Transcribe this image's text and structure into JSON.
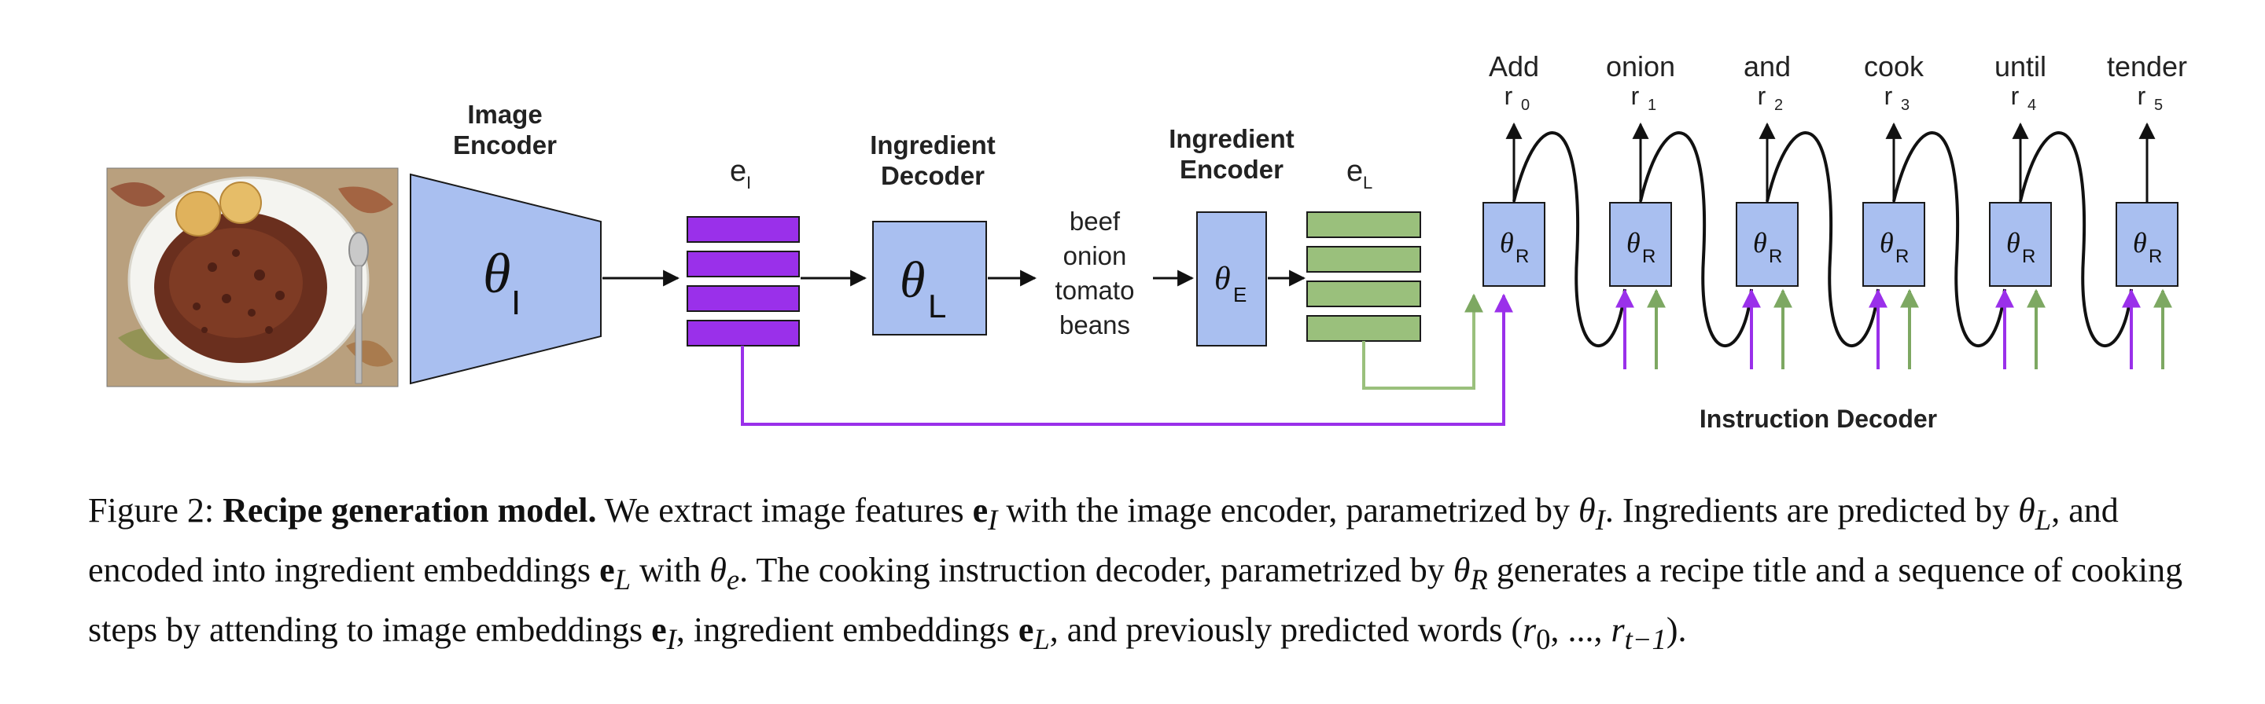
{
  "colors": {
    "block_fill": "#a9bff0",
    "block_stroke": "#1a1a1a",
    "image_embed": "#9a30ea",
    "ingredient_embed": "#9ac07c",
    "image_arrow": "#9a30ea",
    "ingredient_arrow": "#7da862"
  },
  "diagram": {
    "image_encoder": {
      "label_line1": "Image",
      "label_line2": "Encoder",
      "theta": "θ",
      "sub": "I"
    },
    "e_I": {
      "base": "e",
      "sub": "I"
    },
    "ingredient_decoder": {
      "label_line1": "Ingredient",
      "label_line2": "Decoder",
      "theta": "θ",
      "sub": "L"
    },
    "ingredients": [
      "beef",
      "onion",
      "tomato",
      "beans"
    ],
    "ingredient_encoder": {
      "label_line1": "Ingredient",
      "label_line2": "Encoder",
      "theta": "θ",
      "sub": "E"
    },
    "e_L": {
      "base": "e",
      "sub": "L"
    },
    "instruction_decoder": {
      "label": "Instruction Decoder",
      "theta": "θ",
      "sub": "R",
      "words": [
        "Add",
        "onion",
        "and",
        "cook",
        "until",
        "tender"
      ],
      "tokens": [
        {
          "base": "r",
          "sub": "0"
        },
        {
          "base": "r",
          "sub": "1"
        },
        {
          "base": "r",
          "sub": "2"
        },
        {
          "base": "r",
          "sub": "3"
        },
        {
          "base": "r",
          "sub": "4"
        },
        {
          "base": "r",
          "sub": "5"
        }
      ]
    }
  },
  "caption": {
    "prefix": "Figure 2: ",
    "title": "Recipe generation model.",
    "t1": " We extract image features ",
    "e": "e",
    "I": "I",
    "t2": " with the image encoder, parametrized by ",
    "theta": "θ",
    "t3": ". Ingredients are predicted by ",
    "L": "L",
    "t4": ", and encoded into ingredient embeddings ",
    "t5": " with ",
    "e_sub": "e",
    "t6": ". The cooking instruction decoder, parametrized by ",
    "R": "R",
    "t7": " generates a recipe title and a sequence of cooking steps by attending to image embeddings ",
    "t8": ", ingredient embeddings ",
    "t9": ", and previously predicted words ",
    "seq_open": "(",
    "r": "r",
    "zero": "0",
    "seq_mid": ", ..., ",
    "t_minus_1": "t−1",
    "seq_close": ").",
    "comma": ","
  }
}
